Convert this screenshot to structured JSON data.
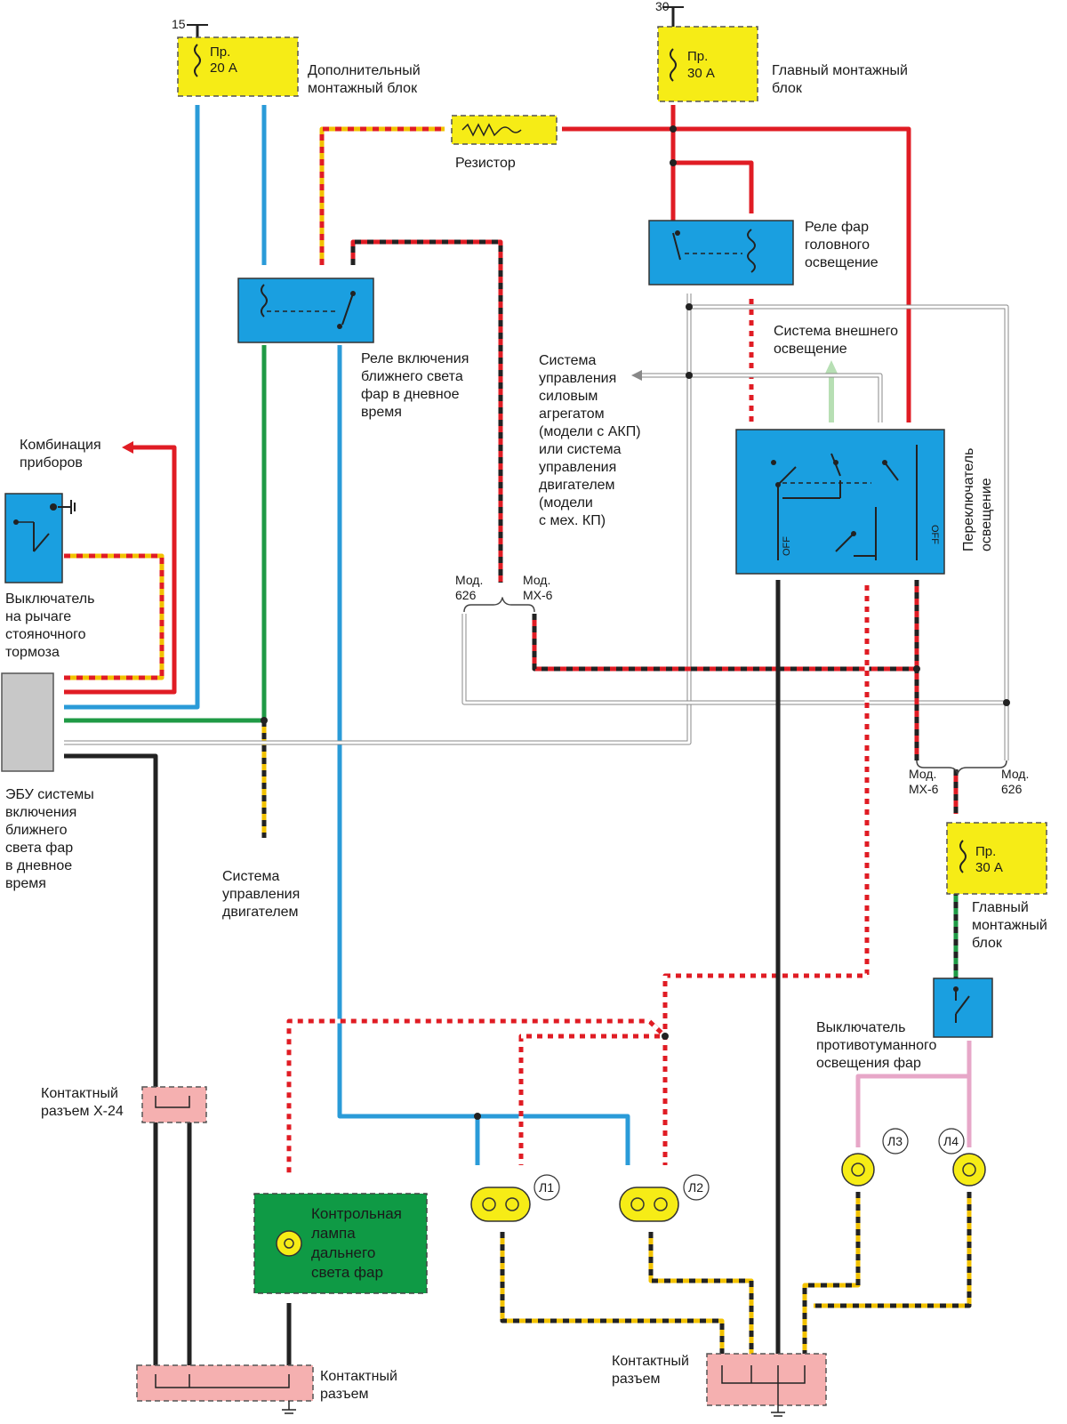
{
  "terminals": {
    "t15": "15",
    "t30": "30"
  },
  "fuses": {
    "aux_fuse": [
      "Пр.",
      "20 А"
    ],
    "main_fuse_top": [
      "Пр.",
      "30 А"
    ],
    "main_fuse_fog": [
      "Пр.",
      "30 А"
    ]
  },
  "labels": {
    "aux_block": [
      "Дополнительный",
      "монтажный блок"
    ],
    "main_block_top": [
      "Главный монтажный",
      "блок"
    ],
    "resistor": "Резистор",
    "headlight_relay": [
      "Реле фар",
      "головного",
      "освещение"
    ],
    "ext_lighting": [
      "Система внешнего",
      "освещение"
    ],
    "drl_relay": [
      "Реле включения",
      "ближнего света",
      "фар в дневное",
      "время"
    ],
    "powertrain": [
      "Система",
      "управления",
      "силовым",
      "агрегатом",
      "(модели с АКП)",
      "или система",
      "управления",
      "двигателем",
      "(модели",
      "с мех. КП)"
    ],
    "light_switch": [
      "Переключатель",
      "освещение"
    ],
    "off_a": "OFF",
    "off_b": "OFF",
    "cluster": [
      "Комбинация",
      "приборов"
    ],
    "parking_switch": [
      "Выключатель",
      "на рычаге",
      "стояночного",
      "тормоза"
    ],
    "ecu": [
      "ЭБУ системы",
      "включения",
      "ближнего",
      "света фар",
      "в дневное",
      "время"
    ],
    "engine_ctrl": [
      "Система",
      "управления",
      "двигателем"
    ],
    "mod626_a": [
      "Мод.",
      "626"
    ],
    "modmx6_a": [
      "Мод.",
      "МХ-6"
    ],
    "modmx6_b": [
      "Мод.",
      "МХ-6"
    ],
    "mod626_b": [
      "Мод.",
      "626"
    ],
    "main_block_fog": [
      "Главный",
      "монтажный",
      "блок"
    ],
    "fog_switch": [
      "Выключатель",
      "противотуманного",
      "освещения фар"
    ],
    "connector_x24": [
      "Контактный",
      "разъем Х-24"
    ],
    "warning_lamp": [
      "Контрольная",
      "лампа",
      "дальнего",
      "света фар"
    ],
    "connector_left": [
      "Контактный",
      "разъем"
    ],
    "connector_right": [
      "Контактный",
      "разъем"
    ],
    "lamp_l1": "Л1",
    "lamp_l2": "Л2",
    "lamp_l3": "Л3",
    "lamp_l4": "Л4"
  },
  "colors": {
    "fuse_yellow": "#f6ec16",
    "relay_blue": "#1a9fe0",
    "ecu_gray": "#c8c8c8",
    "lamp_green": "#0f9a45",
    "connector_pink": "#f5b0b0",
    "wire_red": "#e01c24",
    "wire_blue": "#2a9bd8",
    "wire_green": "#1f9a45",
    "wire_black": "#222222",
    "wire_yellow": "#f2c200",
    "wire_pink": "#e7a7c8",
    "wire_lightgreen": "#b7dfb4"
  }
}
